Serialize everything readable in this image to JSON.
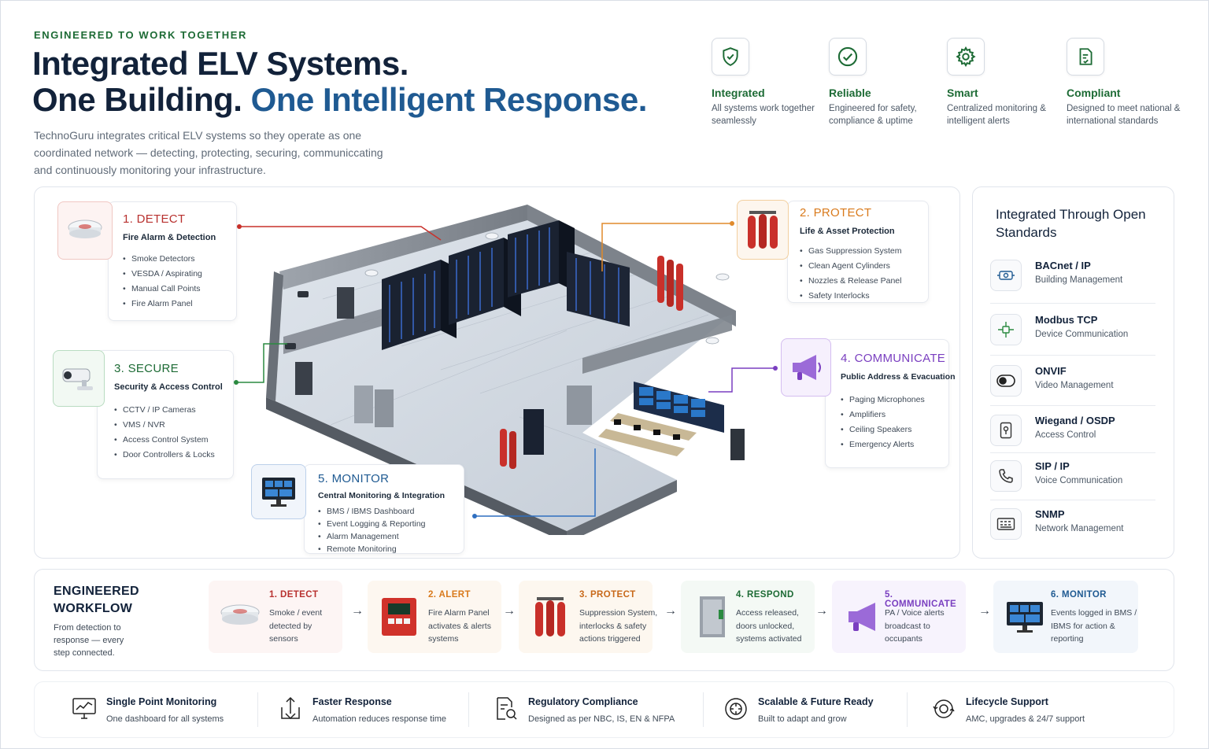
{
  "header": {
    "eyebrow": "ENGINEERED TO WORK TOGETHER",
    "title_line1": "Integrated ELV Systems.",
    "title_line2a": "One Building.",
    "title_line2b": "One Intelligent Response.",
    "intro": "TechnoGuru integrates critical ELV systems so they operate as one coordinated network — detecting, protecting, securing, communiccating and continuously monitoring your infrastructure."
  },
  "features": [
    {
      "icon": "shield-check-icon",
      "title": "Integrated",
      "desc": "All systems work together seamlessly"
    },
    {
      "icon": "check-circle-icon",
      "title": "Reliable",
      "desc": "Engineered for safety, compliance & uptime"
    },
    {
      "icon": "gear-icon",
      "title": "Smart",
      "desc": "Centralized monitoring & intelligent alerts"
    },
    {
      "icon": "document-check-icon",
      "title": "Compliant",
      "desc": "Designed to meet national & international standards"
    }
  ],
  "categories": {
    "detect": {
      "title": "1. DETECT",
      "subtitle": "Fire Alarm & Detection",
      "items": [
        "Smoke Detectors",
        "VESDA / Aspirating",
        "Manual Call Points",
        "Fire Alarm Panel"
      ],
      "color": "#b8312f"
    },
    "protect": {
      "title": "2. PROTECT",
      "subtitle": "Life & Asset Protection",
      "items": [
        "Gas Suppression System",
        "Clean Agent Cylinders",
        "Nozzles & Release Panel",
        "Safety Interlocks"
      ],
      "color": "#d97a1c"
    },
    "secure": {
      "title": "3. SECURE",
      "subtitle": "Security & Access Control",
      "items": [
        "CCTV / IP Cameras",
        "VMS / NVR",
        "Access Control System",
        "Door Controllers & Locks"
      ],
      "color": "#1d6b35"
    },
    "communicate": {
      "title": "4. COMMUNICATE",
      "subtitle": "Public Address & Evacuation",
      "items": [
        "Paging Microphones",
        "Amplifiers",
        "Ceiling Speakers",
        "Emergency Alerts"
      ],
      "color": "#7a3fc0"
    },
    "monitor": {
      "title": "5. MONITOR",
      "subtitle": "Central Monitoring & Integration",
      "items": [
        "BMS / IBMS Dashboard",
        "Event Logging & Reporting",
        "Alarm Management",
        "Remote Monitoring"
      ],
      "color": "#1f5a92"
    }
  },
  "standards": {
    "title": "Integrated Through Open Standards",
    "items": [
      {
        "icon": "network-icon",
        "name": "BACnet / IP",
        "desc": "Building Management"
      },
      {
        "icon": "device-hub-icon",
        "name": "Modbus TCP",
        "desc": "Device Communication"
      },
      {
        "icon": "camera-toggle-icon",
        "name": "ONVIF",
        "desc": "Video Management"
      },
      {
        "icon": "access-card-icon",
        "name": "Wiegand / OSDP",
        "desc": "Access Control"
      },
      {
        "icon": "phone-icon",
        "name": "SIP / IP",
        "desc": "Voice Communication"
      },
      {
        "icon": "network-switch-icon",
        "name": "SNMP",
        "desc": "Network Management"
      }
    ]
  },
  "workflow": {
    "title_line1": "ENGINEERED",
    "title_line2": "WORKFLOW",
    "desc": "From detection to response — every step connected.",
    "steps": [
      {
        "title": "1. DETECT",
        "desc": "Smoke / event detected by sensors",
        "color": "#b8312f",
        "bg": "#fdf5f4"
      },
      {
        "title": "2. ALERT",
        "desc": "Fire Alarm Panel activates & alerts systems",
        "color": "#d97a1c",
        "bg": "#fdf7f0"
      },
      {
        "title": "3. PROTECT",
        "desc": "Suppression System, interlocks & safety actions triggered",
        "color": "#c8691a",
        "bg": "#fdf7ef"
      },
      {
        "title": "4. RESPOND",
        "desc": "Access released, doors unlocked, systems activated",
        "color": "#1d6b35",
        "bg": "#f4f9f5"
      },
      {
        "title": "5. COMMUNICATE",
        "desc": "PA / Voice alerts broadcast to occupants",
        "color": "#7a3fc0",
        "bg": "#f7f3fd"
      },
      {
        "title": "6. MONITOR",
        "desc": "Events logged in BMS / IBMS for action & reporting",
        "color": "#1f5a92",
        "bg": "#f2f6fb"
      }
    ]
  },
  "benefits": [
    {
      "icon": "monitor-chart-icon",
      "title": "Single Point Monitoring",
      "desc": "One dashboard for all systems"
    },
    {
      "icon": "fast-response-icon",
      "title": "Faster Response",
      "desc": "Automation reduces response time"
    },
    {
      "icon": "document-search-icon",
      "title": "Regulatory Compliance",
      "desc": "Designed as per NBC, IS, EN & NFPA"
    },
    {
      "icon": "target-icon",
      "title": "Scalable & Future Ready",
      "desc": "Built to adapt and grow"
    },
    {
      "icon": "lifecycle-support-icon",
      "title": "Lifecycle Support",
      "desc": "AMC, upgrades & 24/7 support"
    }
  ]
}
